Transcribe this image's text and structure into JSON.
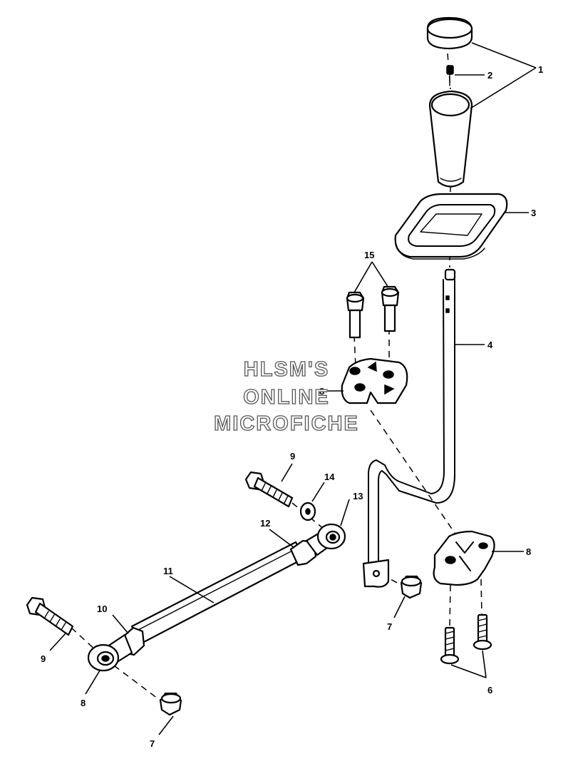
{
  "watermark": {
    "line1": "HLSM'S",
    "line2": "ONLINE",
    "line3": "MICROFICHE"
  },
  "callouts": {
    "c1": "1",
    "c2": "2",
    "c3": "3",
    "c4": "4",
    "c6": "6",
    "c7a": "7",
    "c7b": "7",
    "c8a": "8",
    "c8b": "8",
    "c9a": "9",
    "c9b": "9",
    "c10": "10",
    "c11": "11",
    "c12": "12",
    "c13": "13",
    "c14": "14",
    "c15": "15"
  }
}
